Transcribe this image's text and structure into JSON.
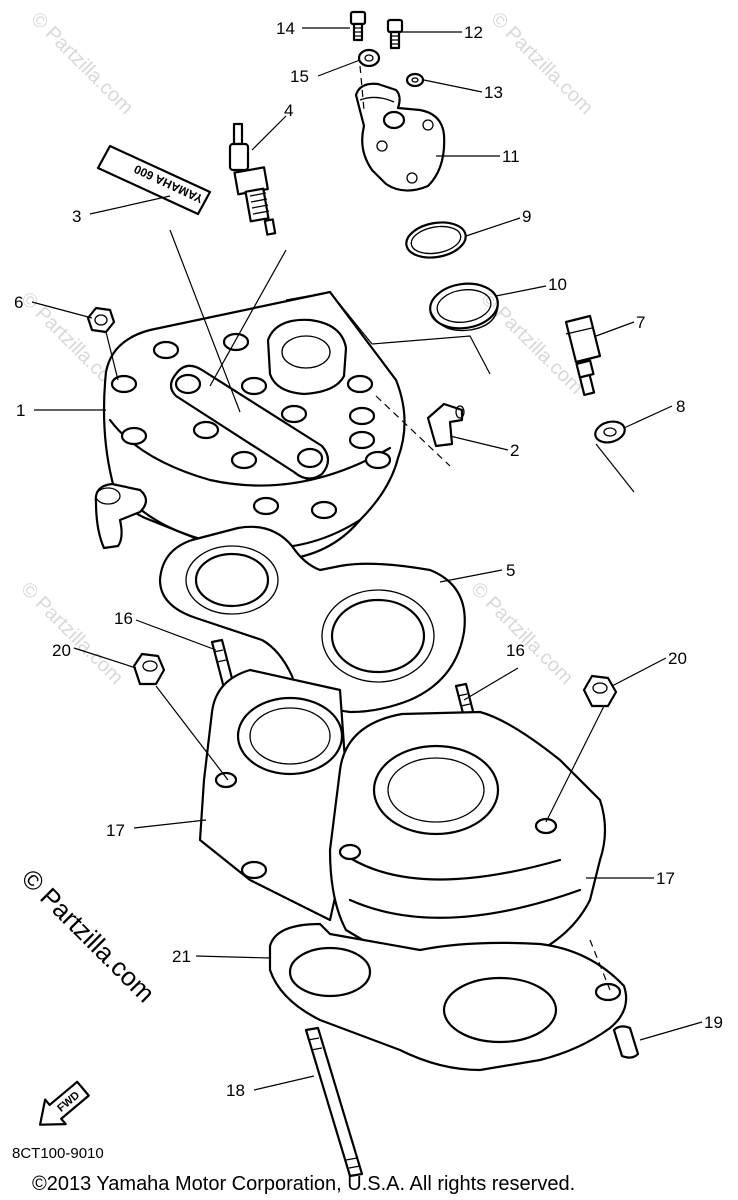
{
  "watermark": {
    "repeated_text": "© Partzilla.com",
    "main_text": "© Partzilla.com"
  },
  "diagram_code": "8CT100-9010",
  "copyright": "©2013  Yamaha Motor Corporation, U.S.A. All rights reserved.",
  "decal_text": "YAMAHA 600",
  "fwd_label": "FWD",
  "callouts": [
    {
      "id": "c14",
      "label": "14"
    },
    {
      "id": "c12",
      "label": "12"
    },
    {
      "id": "c15",
      "label": "15"
    },
    {
      "id": "c13",
      "label": "13"
    },
    {
      "id": "c4",
      "label": "4"
    },
    {
      "id": "c11",
      "label": "11"
    },
    {
      "id": "c3",
      "label": "3"
    },
    {
      "id": "c9",
      "label": "9"
    },
    {
      "id": "c10",
      "label": "10"
    },
    {
      "id": "c6",
      "label": "6"
    },
    {
      "id": "c7",
      "label": "7"
    },
    {
      "id": "c1",
      "label": "1"
    },
    {
      "id": "c8",
      "label": "8"
    },
    {
      "id": "c2",
      "label": "2"
    },
    {
      "id": "c5",
      "label": "5"
    },
    {
      "id": "c16a",
      "label": "16"
    },
    {
      "id": "c20a",
      "label": "20"
    },
    {
      "id": "c16b",
      "label": "16"
    },
    {
      "id": "c20b",
      "label": "20"
    },
    {
      "id": "c17a",
      "label": "17"
    },
    {
      "id": "c17b",
      "label": "17"
    },
    {
      "id": "c21",
      "label": "21"
    },
    {
      "id": "c19",
      "label": "19"
    },
    {
      "id": "c18",
      "label": "18"
    }
  ]
}
